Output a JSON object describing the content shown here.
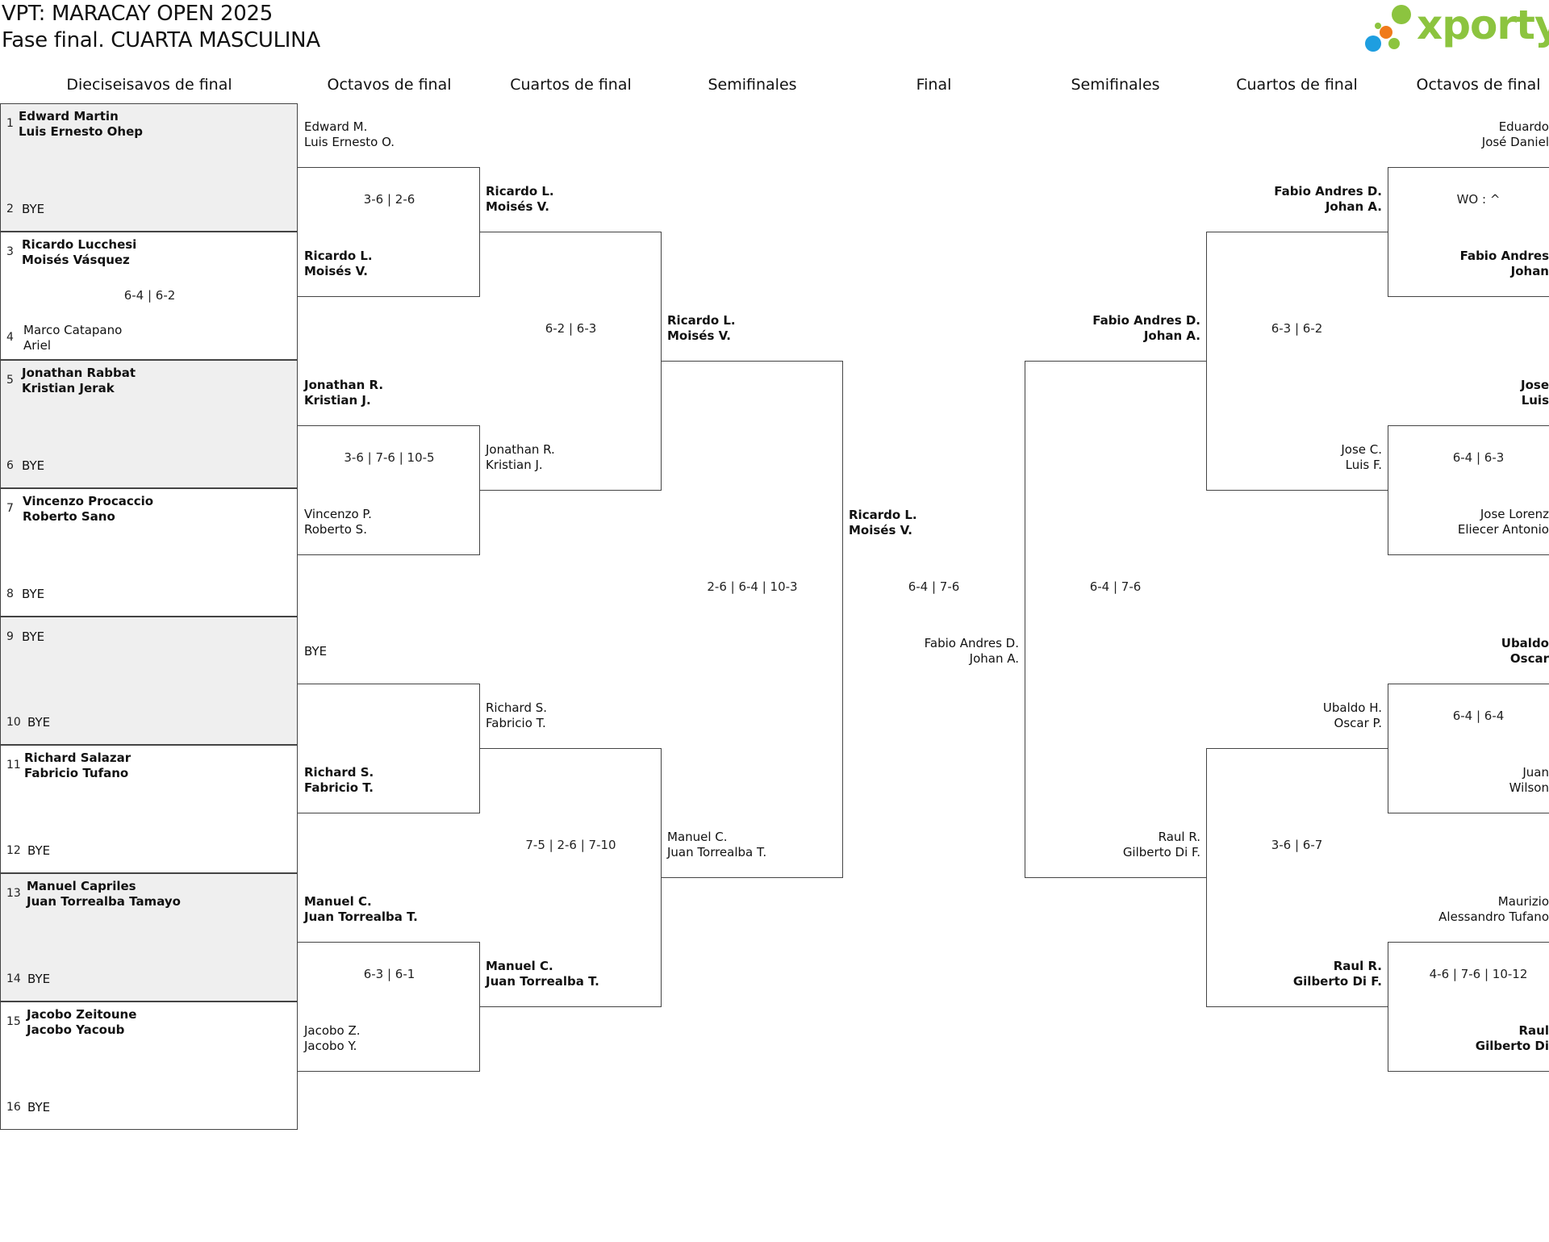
{
  "header": {
    "title_line1": "VPT: MARACAY OPEN 2025",
    "title_line2": "Fase final. CUARTA MASCULINA",
    "logo_text": "xporty",
    "logo_colors": [
      "#8cc43f",
      "#f07a1a",
      "#1e9ee0",
      "#8cc43f"
    ]
  },
  "columns": [
    "Dieciseisavos de final",
    "Octavos de final",
    "Cuartos de final",
    "Semifinales",
    "Final",
    "Semifinales",
    "Cuartos de final",
    "Octavos de final"
  ],
  "seeds": [
    {
      "n1": "1",
      "p1a": "Edward Martin",
      "p1b": "Luis Ernesto Ohep",
      "n2": "2",
      "p2": "BYE",
      "score": ""
    },
    {
      "n1": "3",
      "p1a": "Ricardo Lucchesi",
      "p1b": "Moisés Vásquez",
      "n2": "4",
      "p2a": "Marco Catapano",
      "p2b": "Ariel",
      "score": "6-4 | 6-2"
    },
    {
      "n1": "5",
      "p1a": "Jonathan Rabbat",
      "p1b": "Kristian Jerak",
      "n2": "6",
      "p2": "BYE",
      "score": ""
    },
    {
      "n1": "7",
      "p1a": "Vincenzo Procaccio",
      "p1b": "Roberto Sano",
      "n2": "8",
      "p2": "BYE",
      "score": ""
    },
    {
      "n1": "9",
      "p1": "BYE",
      "n2": "10",
      "p2": "BYE",
      "score": ""
    },
    {
      "n1": "11",
      "p1a": "Richard Salazar",
      "p1b": "Fabricio Tufano",
      "n2": "12",
      "p2": "BYE",
      "score": ""
    },
    {
      "n1": "13",
      "p1a": "Manuel Capriles",
      "p1b": "Juan Torrealba Tamayo",
      "n2": "14",
      "p2": "BYE",
      "score": ""
    },
    {
      "n1": "15",
      "p1a": "Jacobo Zeitoune",
      "p1b": "Jacobo Yacoub",
      "n2": "16",
      "p2": "BYE",
      "score": ""
    }
  ],
  "left_octavos": [
    {
      "a": "Edward M.",
      "b": "Luis Ernesto O."
    },
    {
      "a": "Ricardo L.",
      "b": "Moisés V."
    },
    {
      "a": "Jonathan R.",
      "b": "Kristian J."
    },
    {
      "a": "Vincenzo P.",
      "b": "Roberto S."
    },
    {
      "a": "BYE"
    },
    {
      "a": "Richard S.",
      "b": "Fabricio T."
    },
    {
      "a": "Manuel C.",
      "b": "Juan Torrealba T."
    },
    {
      "a": "Jacobo Z.",
      "b": "Jacobo Y."
    }
  ],
  "left_octavos_scores": [
    "3-6 | 2-6",
    "3-6 | 7-6 | 10-5",
    "",
    "6-3 | 6-1"
  ],
  "left_cuartos": [
    {
      "a": "Ricardo L.",
      "b": "Moisés V."
    },
    {
      "a": "Jonathan R.",
      "b": "Kristian J."
    },
    {
      "a": "Richard S.",
      "b": "Fabricio T."
    },
    {
      "a": "Manuel C.",
      "b": "Juan Torrealba T."
    }
  ],
  "left_cuartos_scores": [
    "6-2 | 6-3",
    "7-5 | 2-6 | 7-10"
  ],
  "left_semis": [
    {
      "a": "Ricardo L.",
      "b": "Moisés V."
    },
    {
      "a": "Manuel C.",
      "b": "Juan Torrealba T."
    }
  ],
  "left_semis_score": "2-6 | 6-4 | 10-3",
  "final": {
    "top_a": "Ricardo L.",
    "top_b": "Moisés V.",
    "bottom_a": "Fabio Andres D.",
    "bottom_b": "Johan A.",
    "score": "6-4 | 7-6"
  },
  "right_semis": [
    {
      "a": "Fabio Andres D.",
      "b": "Johan A."
    },
    {
      "a": "Raul R.",
      "b": "Gilberto Di F."
    }
  ],
  "right_semis_score": "6-4 | 7-6",
  "right_cuartos": [
    {
      "a": "Fabio Andres D.",
      "b": "Johan A."
    },
    {
      "a": "Jose C.",
      "b": "Luis F."
    },
    {
      "a": "Ubaldo H.",
      "b": "Oscar P."
    },
    {
      "a": "Raul R.",
      "b": "Gilberto Di F."
    }
  ],
  "right_cuartos_scores": [
    "6-3 | 6-2",
    "3-6 | 6-7"
  ],
  "right_octavos": [
    {
      "a": "Eduardo",
      "b": "José Daniel"
    },
    {
      "a": "Fabio Andres",
      "b": "Johan"
    },
    {
      "a": "Jose",
      "b": "Luis"
    },
    {
      "a": "Jose Lorenz",
      "b": "Eliecer Antonio"
    },
    {
      "a": "Ubaldo",
      "b": "Oscar"
    },
    {
      "a": "Juan",
      "b": "Wilson"
    },
    {
      "a": "Maurizio",
      "b": "Alessandro Tufano"
    },
    {
      "a": "Raul",
      "b": "Gilberto Di"
    }
  ],
  "right_octavos_scores": [
    "WO : ^",
    "6-4 | 6-3",
    "6-4 | 6-4",
    "4-6 | 7-6 | 10-12"
  ]
}
